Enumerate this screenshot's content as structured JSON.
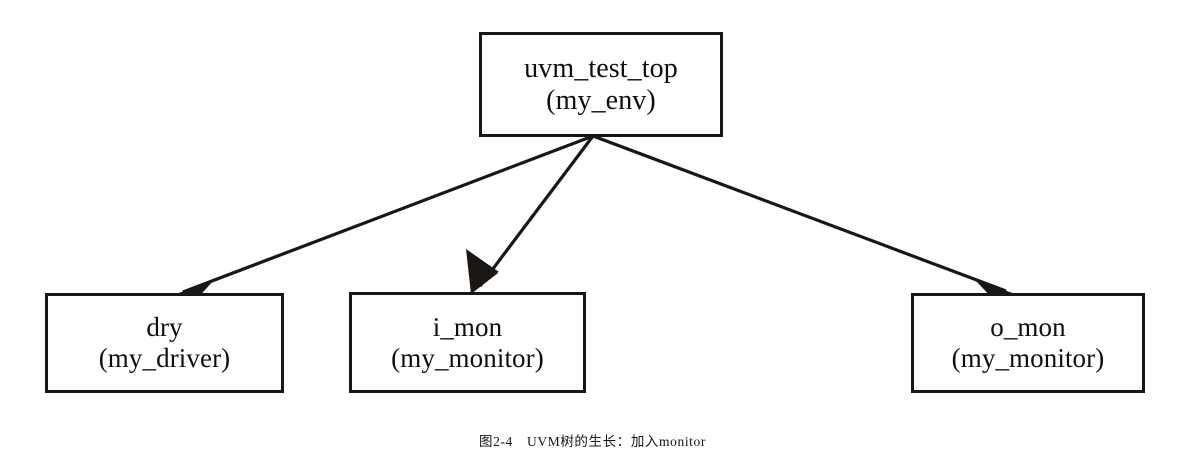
{
  "figure": {
    "caption": "图2-4　UVM树的生长：加入monitor",
    "background_color": "#ffffff",
    "stroke_color": "#1a1614",
    "text_color": "#100d0b"
  },
  "nodes": {
    "root": {
      "id": "uvm_test_top",
      "primary": "uvm_test_top",
      "secondary": "(my_env)"
    },
    "driver": {
      "id": "dry",
      "primary": "dry",
      "secondary": "(my_driver)"
    },
    "imon": {
      "id": "i_mon",
      "primary": "i_mon",
      "secondary": "(my_monitor)"
    },
    "omon": {
      "id": "o_mon",
      "primary": "o_mon",
      "secondary": "(my_monitor)"
    }
  },
  "edges": [
    {
      "from": "uvm_test_top",
      "to": "dry",
      "arrow": "filled-triangle"
    },
    {
      "from": "uvm_test_top",
      "to": "i_mon",
      "arrow": "filled-triangle"
    },
    {
      "from": "uvm_test_top",
      "to": "o_mon",
      "arrow": "filled-triangle"
    }
  ]
}
